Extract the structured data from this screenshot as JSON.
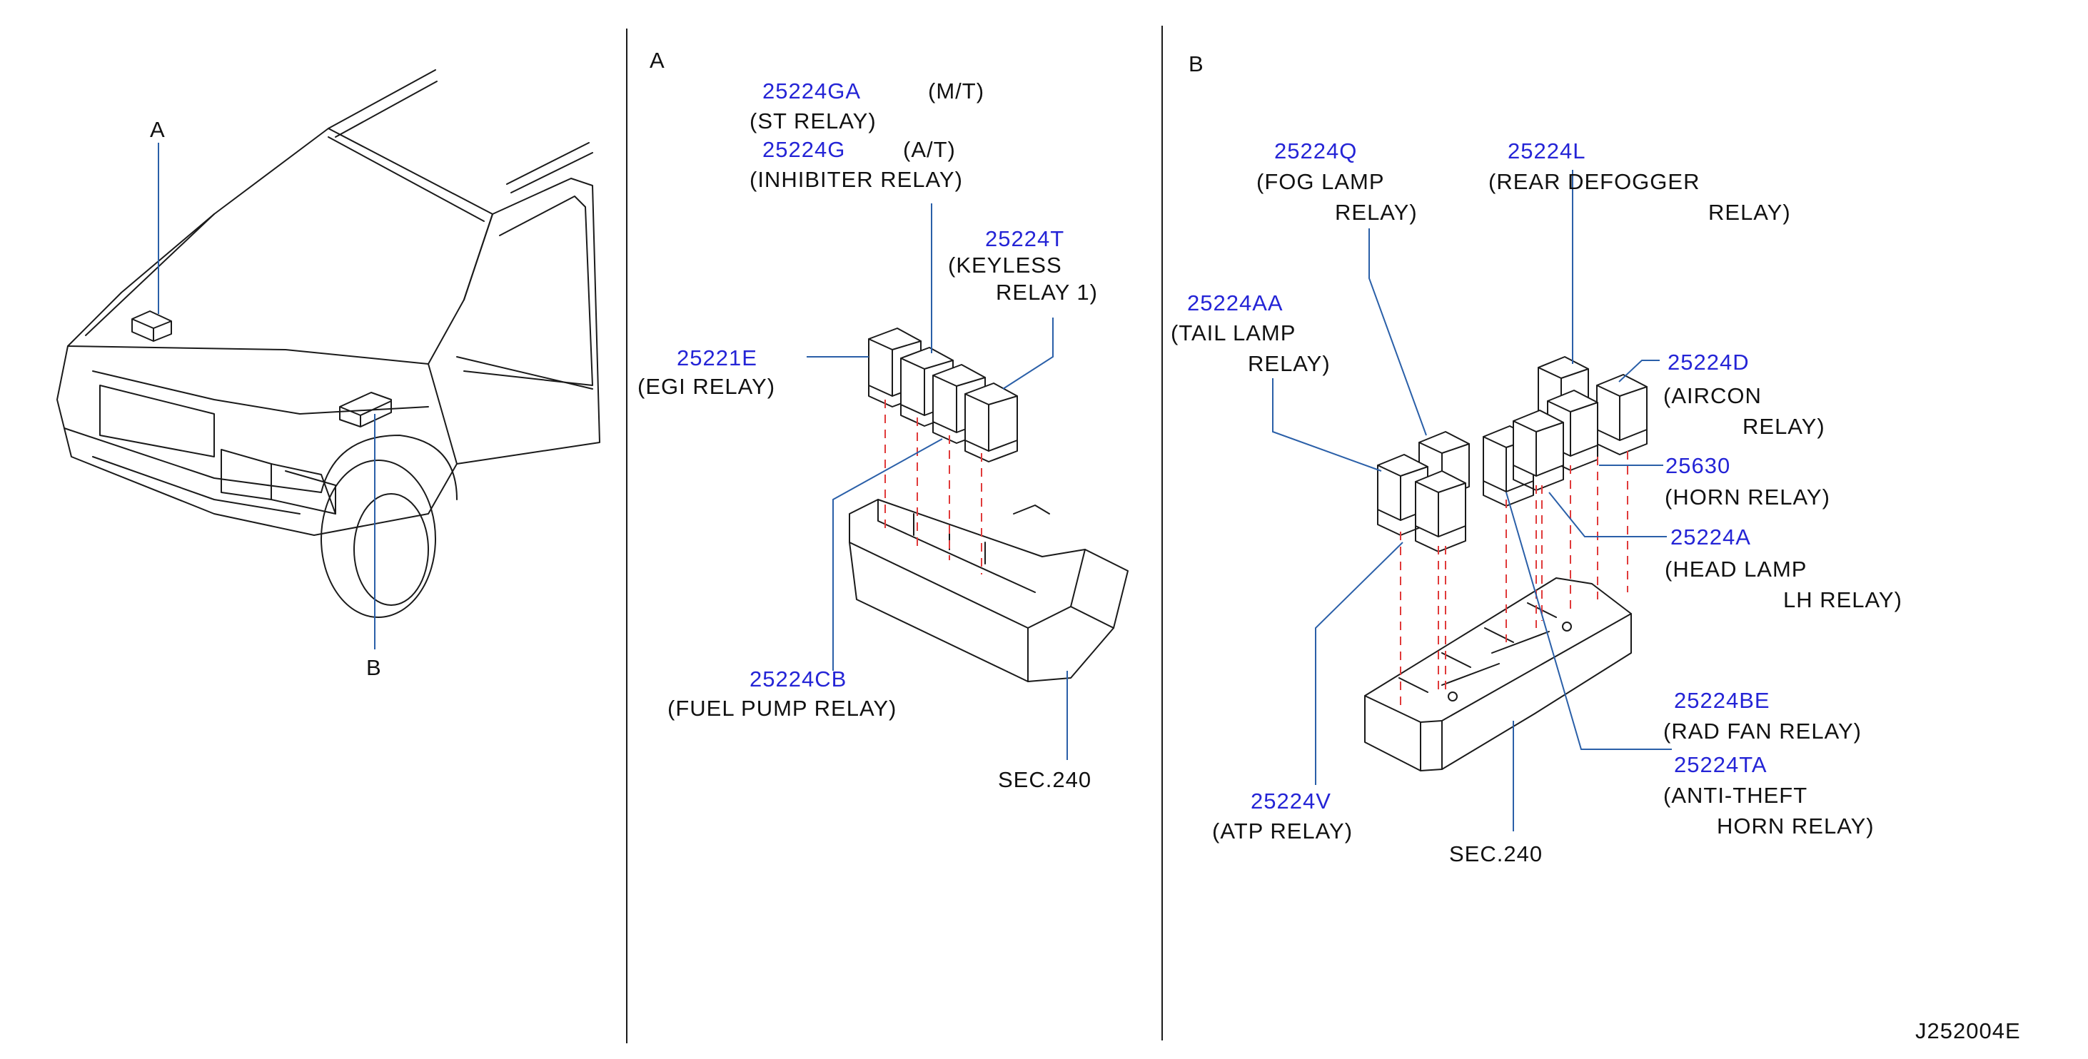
{
  "view_a_label": "A",
  "view_b_label": "B",
  "car_callout_a": "A",
  "car_callout_b": "B",
  "panel_a": {
    "parts": [
      {
        "part_no": "25224GA",
        "note": "(M/T)",
        "desc": [
          "(ST RELAY)"
        ]
      },
      {
        "part_no": "25224G",
        "note": "(A/T)",
        "desc": [
          "(INHIBITER RELAY)"
        ]
      },
      {
        "part_no": "25224T",
        "desc": [
          "(KEYLESS",
          "RELAY 1)"
        ]
      },
      {
        "part_no": "25221E",
        "desc": [
          "(EGI RELAY)"
        ]
      },
      {
        "part_no": "25224CB",
        "desc": [
          "(FUEL PUMP RELAY)"
        ]
      }
    ],
    "section_ref": "SEC.240"
  },
  "panel_b": {
    "parts": [
      {
        "part_no": "25224Q",
        "desc": [
          "(FOG LAMP",
          "RELAY)"
        ]
      },
      {
        "part_no": "25224L",
        "desc": [
          "(REAR DEFOGGER",
          "RELAY)"
        ]
      },
      {
        "part_no": "25224AA",
        "desc": [
          "(TAIL LAMP",
          "RELAY)"
        ]
      },
      {
        "part_no": "25224D",
        "desc": [
          "(AIRCON",
          "RELAY)"
        ]
      },
      {
        "part_no": "25630",
        "desc": [
          "(HORN RELAY)"
        ]
      },
      {
        "part_no": "25224A",
        "desc": [
          "(HEAD LAMP",
          "LH RELAY)"
        ]
      },
      {
        "part_no": "25224BE",
        "desc": [
          "(RAD FAN RELAY)"
        ]
      },
      {
        "part_no": "25224TA",
        "desc": [
          "(ANTI-THEFT",
          "HORN RELAY)"
        ]
      },
      {
        "part_no": "25224V",
        "desc": [
          "(ATP RELAY)"
        ]
      }
    ],
    "section_ref": "SEC.240"
  },
  "diagram_code": "J252004E",
  "colors": {
    "part_number": "#2424d6",
    "leader_line": "#2a5fa8",
    "projection_dash": "#e03a3a",
    "line_art": "#1a1a1a"
  }
}
